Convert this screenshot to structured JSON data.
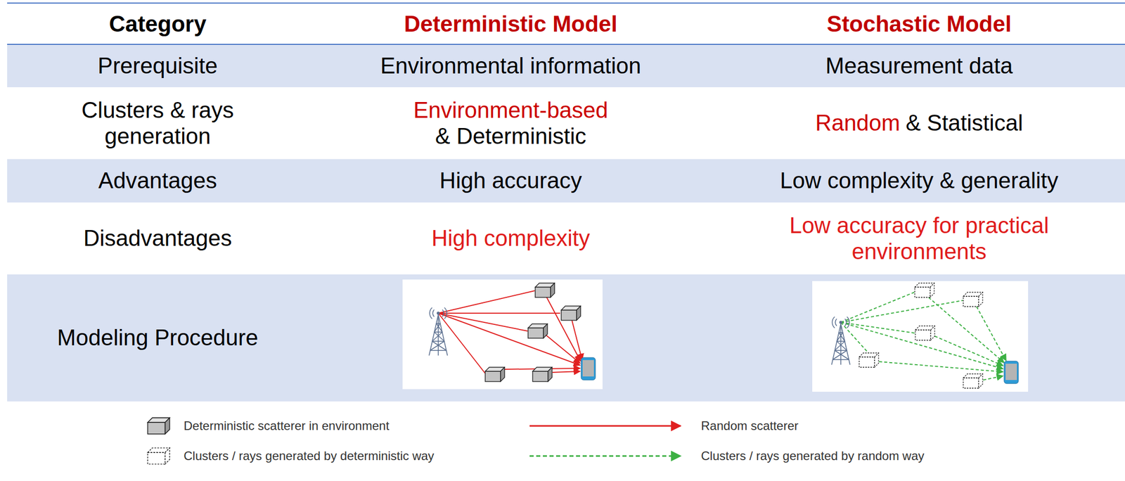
{
  "diagram": {
    "labels": [
      "Category",
      "Deterministic Model",
      "Stochastic Model",
      "Prerequisite",
      "Environmental information",
      "Measurement data",
      "Clusters & rays generation",
      "Environment-based",
      "& Deterministic",
      "Random",
      "& Statistical",
      "Advantages",
      "High accuracy",
      "Low complexity & generality",
      "Disadvantages",
      "High complexity",
      "Low accuracy for practical environments",
      "Modeling Procedure"
    ],
    "legend": [
      {
        "text": "Deterministic scatterer in environment"
      },
      {
        "text": "Clusters / rays generated by deterministic way"
      },
      {
        "text": "Random scatterer"
      },
      {
        "text": "Clusters / rays generated by random way"
      }
    ]
  }
}
